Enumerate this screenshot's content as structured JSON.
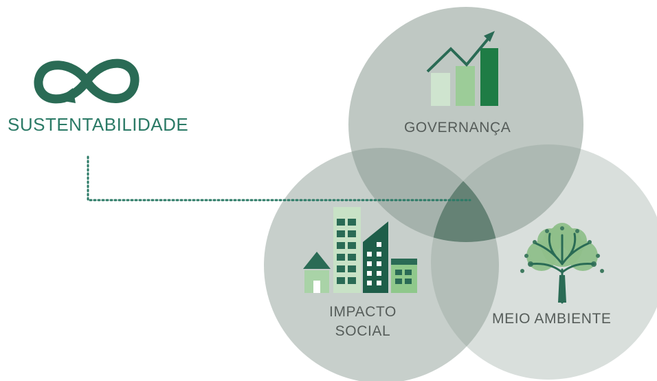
{
  "logo": {
    "label": "SUSTENTABILIDADE",
    "icon": "infinity-arrow-icon",
    "color": "#2b7a66"
  },
  "venn": {
    "circles": [
      {
        "id": "governanca",
        "label": "GOVERNANÇA",
        "icon": "growth-chart-icon"
      },
      {
        "id": "impacto-social",
        "label_lines": [
          "IMPACTO",
          "SOCIAL"
        ],
        "icon": "city-buildings-icon"
      },
      {
        "id": "meio-ambiente",
        "label": "MEIO AMBIENTE",
        "icon": "tree-icon"
      }
    ],
    "colors": {
      "circle_fill": "#8a9a92",
      "intersection": "#5f7d70",
      "connector": "#2b7a66",
      "dark_green": "#2a6b55",
      "light_green": "#a9d3a7"
    }
  }
}
